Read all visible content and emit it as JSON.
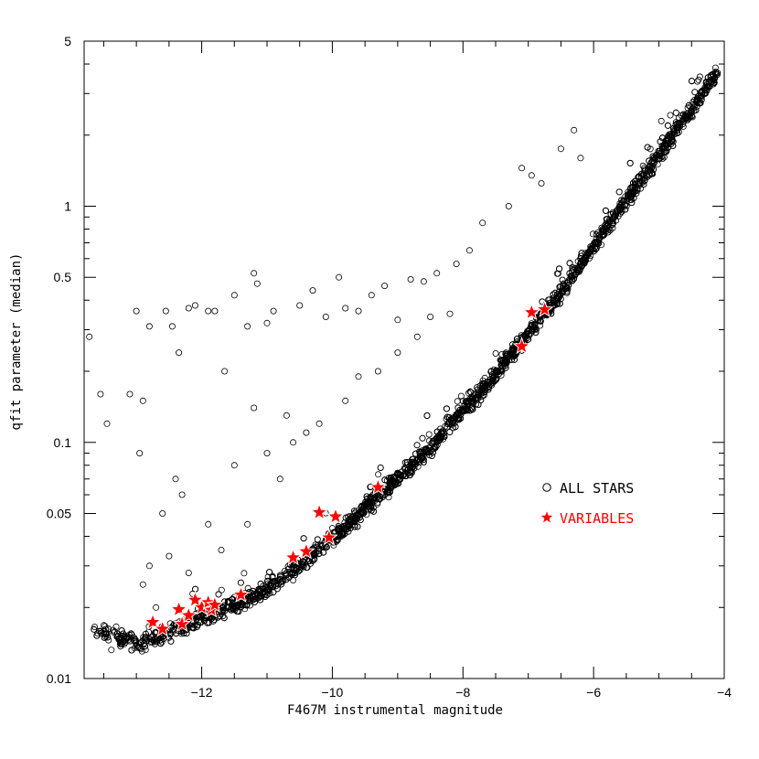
{
  "chart_data": {
    "type": "scatter",
    "xlabel": "F467M instrumental magnitude",
    "ylabel": "qfit parameter (median)",
    "x_range": [
      -13.8,
      -4.0
    ],
    "y_range": [
      0.01,
      5
    ],
    "y_scale": "log",
    "x_ticks": [
      -12,
      -10,
      -8,
      -6,
      -4
    ],
    "x_tick_labels": [
      "−12",
      "−10",
      "−8",
      "−6",
      "−4"
    ],
    "y_ticks": [
      0.01,
      0.05,
      0.1,
      0.5,
      1,
      5
    ],
    "y_tick_labels": [
      "0.01",
      "0.05",
      "0.1",
      "0.5",
      "1",
      "5"
    ],
    "grid": false,
    "legend_position": "center-right",
    "series": [
      {
        "name": "ALL STARS",
        "marker": "open-circle",
        "color": "#000000",
        "trend": {
          "note": "dense ridge of several thousand points",
          "x": [
            -13.7,
            -13.0,
            -12.7,
            -12.3,
            -12.0,
            -11.5,
            -11.0,
            -10.5,
            -10.0,
            -9.5,
            -9.0,
            -8.5,
            -8.0,
            -7.5,
            -7.0,
            -6.5,
            -6.0,
            -5.5,
            -5.0,
            -4.5,
            -4.1
          ],
          "y": [
            0.0158,
            0.0143,
            0.0147,
            0.0165,
            0.018,
            0.0205,
            0.024,
            0.03,
            0.039,
            0.052,
            0.07,
            0.095,
            0.135,
            0.195,
            0.285,
            0.43,
            0.68,
            1.05,
            1.65,
            2.6,
            3.7
          ]
        },
        "outliers": [
          [
            -13.72,
            0.28
          ],
          [
            -13.55,
            0.16
          ],
          [
            -13.45,
            0.12
          ],
          [
            -13.1,
            0.16
          ],
          [
            -13.0,
            0.36
          ],
          [
            -12.95,
            0.09
          ],
          [
            -12.9,
            0.15
          ],
          [
            -12.8,
            0.31
          ],
          [
            -12.55,
            0.36
          ],
          [
            -12.45,
            0.31
          ],
          [
            -12.35,
            0.24
          ],
          [
            -12.2,
            0.37
          ],
          [
            -12.1,
            0.38
          ],
          [
            -11.9,
            0.36
          ],
          [
            -11.8,
            0.36
          ],
          [
            -11.65,
            0.2
          ],
          [
            -11.5,
            0.42
          ],
          [
            -11.3,
            0.31
          ],
          [
            -11.2,
            0.52
          ],
          [
            -11.15,
            0.47
          ],
          [
            -11.0,
            0.32
          ],
          [
            -10.9,
            0.36
          ],
          [
            -10.7,
            0.13
          ],
          [
            -10.5,
            0.38
          ],
          [
            -10.3,
            0.44
          ],
          [
            -10.1,
            0.34
          ],
          [
            -9.9,
            0.5
          ],
          [
            -9.8,
            0.37
          ],
          [
            -9.6,
            0.36
          ],
          [
            -9.4,
            0.42
          ],
          [
            -9.2,
            0.46
          ],
          [
            -9.0,
            0.33
          ],
          [
            -8.8,
            0.49
          ],
          [
            -8.6,
            0.48
          ],
          [
            -8.4,
            0.52
          ],
          [
            -8.1,
            0.57
          ],
          [
            -7.9,
            0.65
          ],
          [
            -7.7,
            0.85
          ],
          [
            -7.3,
            1.0
          ],
          [
            -7.1,
            1.45
          ],
          [
            -6.95,
            1.35
          ],
          [
            -6.8,
            1.25
          ],
          [
            -6.5,
            1.75
          ],
          [
            -6.3,
            2.1
          ],
          [
            -6.2,
            1.6
          ],
          [
            -12.6,
            0.05
          ],
          [
            -12.3,
            0.06
          ],
          [
            -11.9,
            0.045
          ],
          [
            -11.5,
            0.08
          ],
          [
            -11.0,
            0.09
          ],
          [
            -10.8,
            0.07
          ],
          [
            -10.4,
            0.11
          ],
          [
            -10.2,
            0.12
          ],
          [
            -9.8,
            0.15
          ],
          [
            -9.6,
            0.19
          ],
          [
            -9.3,
            0.2
          ],
          [
            -9.0,
            0.24
          ],
          [
            -8.7,
            0.28
          ],
          [
            -8.5,
            0.34
          ],
          [
            -8.2,
            0.35
          ],
          [
            -12.8,
            0.03
          ],
          [
            -12.5,
            0.033
          ],
          [
            -12.2,
            0.028
          ],
          [
            -11.7,
            0.035
          ],
          [
            -11.3,
            0.045
          ],
          [
            -12.4,
            0.07
          ],
          [
            -12.7,
            0.02
          ],
          [
            -12.9,
            0.025
          ],
          [
            -11.2,
            0.14
          ],
          [
            -10.6,
            0.1
          ]
        ]
      },
      {
        "name": "VARIABLES",
        "marker": "filled-star",
        "color": "#ff0000",
        "points": [
          [
            -12.75,
            0.0173
          ],
          [
            -12.6,
            0.0162
          ],
          [
            -12.35,
            0.0196
          ],
          [
            -12.3,
            0.017
          ],
          [
            -12.2,
            0.0185
          ],
          [
            -12.1,
            0.0215
          ],
          [
            -12.0,
            0.02
          ],
          [
            -11.9,
            0.021
          ],
          [
            -11.85,
            0.0195
          ],
          [
            -11.8,
            0.0205
          ],
          [
            -11.4,
            0.0226
          ],
          [
            -10.6,
            0.0325
          ],
          [
            -10.4,
            0.0345
          ],
          [
            -10.2,
            0.0505
          ],
          [
            -10.05,
            0.0395
          ],
          [
            -9.95,
            0.0485
          ],
          [
            -9.3,
            0.0645
          ],
          [
            -7.1,
            0.255
          ],
          [
            -6.95,
            0.355
          ],
          [
            -6.75,
            0.365
          ]
        ]
      }
    ]
  }
}
